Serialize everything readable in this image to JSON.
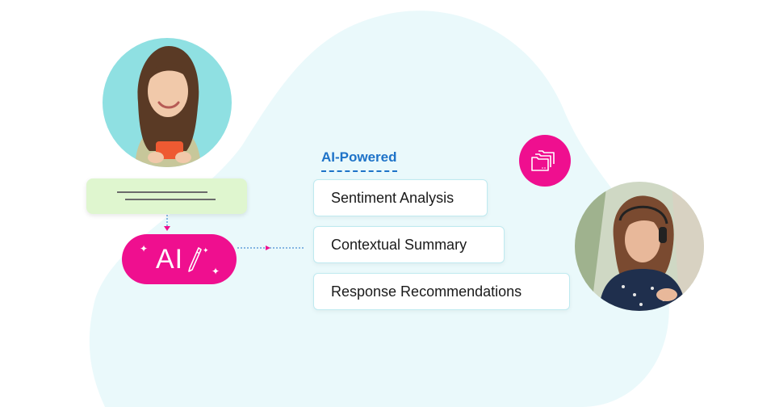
{
  "ai_badge": {
    "label": "AI"
  },
  "ai_powered": {
    "label": "AI-Powered"
  },
  "features": [
    {
      "label": "Sentiment Analysis"
    },
    {
      "label": "Contextual Summary"
    },
    {
      "label": "Response Recommendations"
    }
  ],
  "icons": {
    "ai_badge": "pencil-icon",
    "sparkle": "sparkle-icon",
    "folder_badge": "folders-icon"
  },
  "colors": {
    "brand_pink": "#ef0f8f",
    "accent_blue": "#1e73c8",
    "message_green": "#dff6cf",
    "background_blob": "#eaf9fb",
    "feature_border": "#bfeaf0"
  }
}
